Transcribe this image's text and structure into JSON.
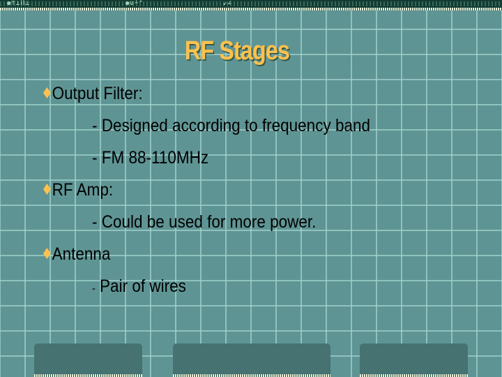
{
  "slide": {
    "title": "RF Stages",
    "header_decor_labels": [
      "●⊤⊥ⅰⅠ⊥",
      "●∪┴°",
      "↙∠"
    ],
    "bullets": [
      {
        "label": "Output Filter:",
        "subitems": [
          "- Designed according to frequency band",
          "- FM 88-110MHz"
        ]
      },
      {
        "label": "RF Amp:",
        "subitems": [
          "- Could be used for more power."
        ]
      },
      {
        "label": "Antenna",
        "subitems": [
          "Pair of wires"
        ],
        "sub_dash": "-"
      }
    ]
  },
  "colors": {
    "background": "#5f9494",
    "grid": "#a0d2cd",
    "title": "#ffc14d",
    "bullet": "#ffc14d",
    "footer_box": "#467272",
    "header_bar": "#123c33"
  }
}
